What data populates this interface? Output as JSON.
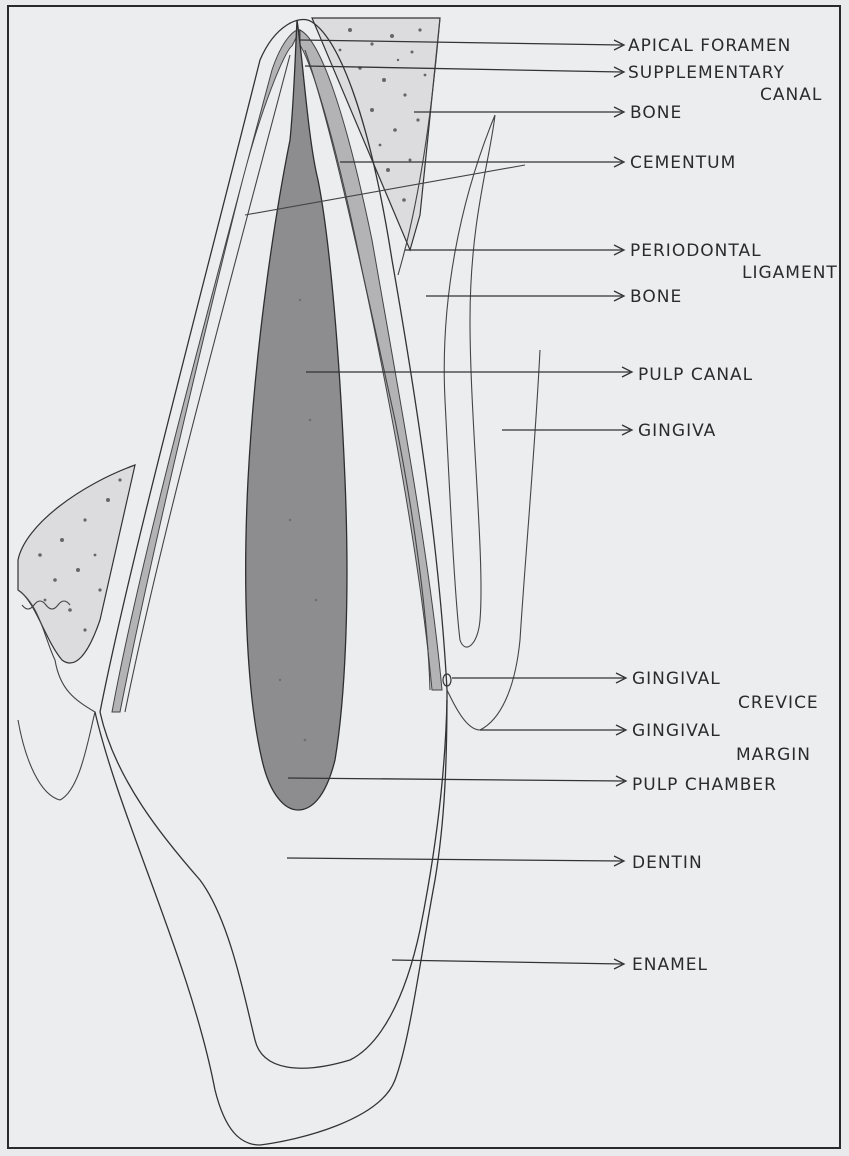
{
  "diagram": {
    "labels": {
      "apical_foramen": "APICAL FORAMEN",
      "supplementary_canal_1": "SUPPLEMENTARY",
      "supplementary_canal_2": "CANAL",
      "bone_top": "BONE",
      "cementum": "CEMENTUM",
      "periodontal_ligament_1": "PERIODONTAL",
      "periodontal_ligament_2": "LIGAMENT",
      "bone_mid": "BONE",
      "pulp_canal": "PULP CANAL",
      "gingiva": "GINGIVA",
      "gingival_crevice_1": "GINGIVAL",
      "gingival_crevice_2": "CREVICE",
      "gingival_margin_1": "GINGIVAL",
      "gingival_margin_2": "MARGIN",
      "pulp_chamber": "PULP CHAMBER",
      "dentin": "DENTIN",
      "enamel": "ENAMEL"
    },
    "colors": {
      "paper": "#e9eaeb",
      "pulp": "#8d8d8f",
      "cementum_band": "#b3b3b5",
      "ink": "#2b2b2b"
    }
  }
}
